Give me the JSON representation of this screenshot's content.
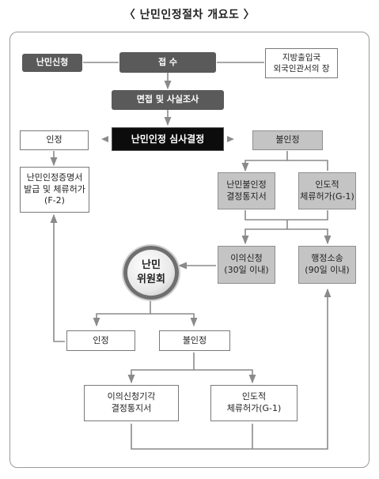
{
  "title": "〈 난민인정절차 개요도 〉",
  "nodes": {
    "applicant": "난민신청",
    "reception": "접 수",
    "office": "지방출입국\n외국인관서의 장",
    "interview": "면접 및 사실조사",
    "decision": "난민인정  심사결정",
    "recognized": "인정",
    "not_recognized": "불인정",
    "certificate": "난민인정증명서\n발급 및 체류허가\n(F-2)",
    "notice": "난민불인정\n결정통지서",
    "humanitarian": "인도적\n체류허가(G-1)",
    "objection": "이의신청\n(30일 이내)",
    "lawsuit": "행정소송\n(90일 이내)",
    "committee": "난민\n위원회",
    "committee_recognized": "인정",
    "committee_not_recognized": "불인정",
    "objection_rejected": "이의신청기각\n결정통지서",
    "committee_humanitarian": "인도적\n체류허가(G-1)"
  },
  "colors": {
    "dark_box": "#5a5a5a",
    "black_box": "#0c0c0c",
    "gray_box": "#c4c4c4",
    "line": "#888888"
  }
}
